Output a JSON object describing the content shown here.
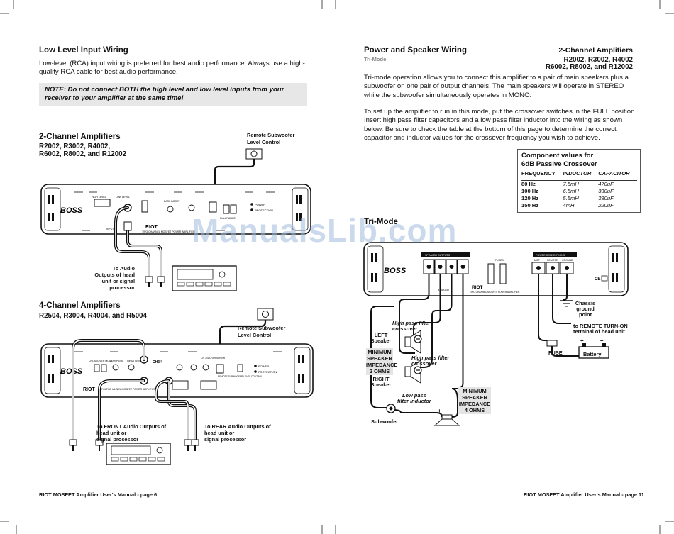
{
  "left_page": {
    "low_level": {
      "heading": "Low Level Input Wiring",
      "paragraph": "Low-level (RCA) input wiring is preferred for best audio performance. Always use a high-quality RCA cable for best audio performance.",
      "note": "NOTE: Do not connect BOTH the high level and low level inputs from your receiver to your amplifier at the same time!"
    },
    "two_channel": {
      "heading": "2-Channel Amplifiers",
      "models_line1": "R2002, R3002, R4002,",
      "models_line2": "R6002, R8002, and R12002",
      "remote_line1": "Remote Subwoofer",
      "remote_line2": "Level Control",
      "audio_line1": "To Audio",
      "audio_line2": "Outputs of head",
      "audio_line3": "unit or signal",
      "audio_line4": "processor"
    },
    "four_channel": {
      "heading": "4-Channel Amplifiers",
      "models": "R2504, R3004, R4004, and R5004",
      "remote_line1": "Remote Subwoofer",
      "remote_line2": "Level Control",
      "front_line1": "To FRONT Audio Outputs of",
      "front_line2": "head unit or",
      "front_line3": "signal processor",
      "rear_line1": "To REAR Audio Outputs of",
      "rear_line2": "head unit or",
      "rear_line3": "signal processor"
    },
    "amp_labels": {
      "brand": "BOSS",
      "series": "RIOT",
      "two_ch_desc": "TWO CHANNEL MOSFET POWER AMPLIFIER",
      "four_ch_desc": "FOUR CHANNEL MOSFET POWER AMPLIFIER",
      "power": "POWER",
      "protection": "PROTECTION",
      "high_level": "HIGH LEVEL",
      "low_level": "LOW LEVEL",
      "input": "INPUT",
      "bass_boost": "BASS BOOST",
      "crossover": "CROSSOVER MODE",
      "full_range": "FULL RANGE",
      "input_level": "INPUT LEVEL",
      "low_pass": "LOW PASS",
      "ch34": "CH3/4",
      "remote_sub": "REMOTE SUBWOOFER LEVEL CONTROL",
      "ch3_4_crossover": "CH 3/4 CROSSOVER"
    },
    "footer": "RIOT MOSFET Amplifier User's Manual - page 6"
  },
  "right_page": {
    "heading": "Power and Speaker Wiring",
    "subheading": "Tri-Mode",
    "models_heading": "2-Channel Amplifiers",
    "models_line1": "R2002, R3002, R4002",
    "models_line2": "R6002, R8002, and R12002",
    "paragraph1": "Tri-mode operation allows you to connect this amplifier to a pair of main speakers plus a subwoofer on one pair of output channels. The main speakers will operate in STEREO while the subwoofer simultaneously operates in MONO.",
    "paragraph2": "To set up the amplifier to run in this mode, put the crossover switches in the FULL position. Insert high pass filter capacitors and a low pass filter inductor into the wiring as shown below. Be sure to check the table at the bottom of this page to determine the correct capacitor and inductor values for the crossover frequency you wish to achieve.",
    "component_table": {
      "title_line1": "Component values for",
      "title_line2": "6dB Passive Crossover",
      "headers": [
        "FREQUENCY",
        "INDUCTOR",
        "CAPACITOR"
      ],
      "rows": [
        [
          "80 Hz",
          "7.5mH",
          "470uF"
        ],
        [
          "100 Hz",
          "6.5mH",
          "330uF"
        ],
        [
          "120 Hz",
          "5.5mH",
          "330uF"
        ],
        [
          "150 Hz",
          "4mH",
          "220uF"
        ]
      ]
    },
    "diagram_title": "Tri-Mode",
    "labels": {
      "chassis_line1": "Chassis",
      "chassis_line2": "ground",
      "chassis_line3": "point",
      "remote_line1": "to REMOTE TURN-ON",
      "remote_line2": "terminal of head unit",
      "fuse": "FUSE",
      "battery": "Battery",
      "hp_top_line1": "High pass filter",
      "hp_top_line2": "crossover",
      "left_speaker_line1": "LEFT",
      "left_speaker_line2": "Speaker",
      "min_imp_line1": "MINIMUM",
      "min_imp_line2": "SPEAKER",
      "min_imp_line3": "IMPEDANCE",
      "min_imp_line4": "2 OHMS",
      "hp_bot_line1": "High pass filter",
      "hp_bot_line2": "crossover",
      "right_speaker_line1": "RIGHT",
      "right_speaker_line2": "Speaker",
      "lp_line1": "Low pass",
      "lp_line2": "filter inductor",
      "min_imp4_line1": "MINIMUM",
      "min_imp4_line2": "SPEAKER",
      "min_imp4_line3": "IMPEDANCE",
      "min_imp4_line4": "4 OHMS",
      "subwoofer": "Subwoofer",
      "speaker_outputs": "SPEAKER OUTPUTS",
      "power_connections": "POWER CONNECTIONS",
      "batt": "BATT",
      "remote": "REMOTE",
      "ground": "GROUND",
      "bridged": "BRIDGED",
      "fuses": "FUSES",
      "ce": "CE"
    },
    "footer": "RIOT MOSFET Amplifier User's Manual - page 11"
  },
  "watermark": "ManualsLib.com"
}
